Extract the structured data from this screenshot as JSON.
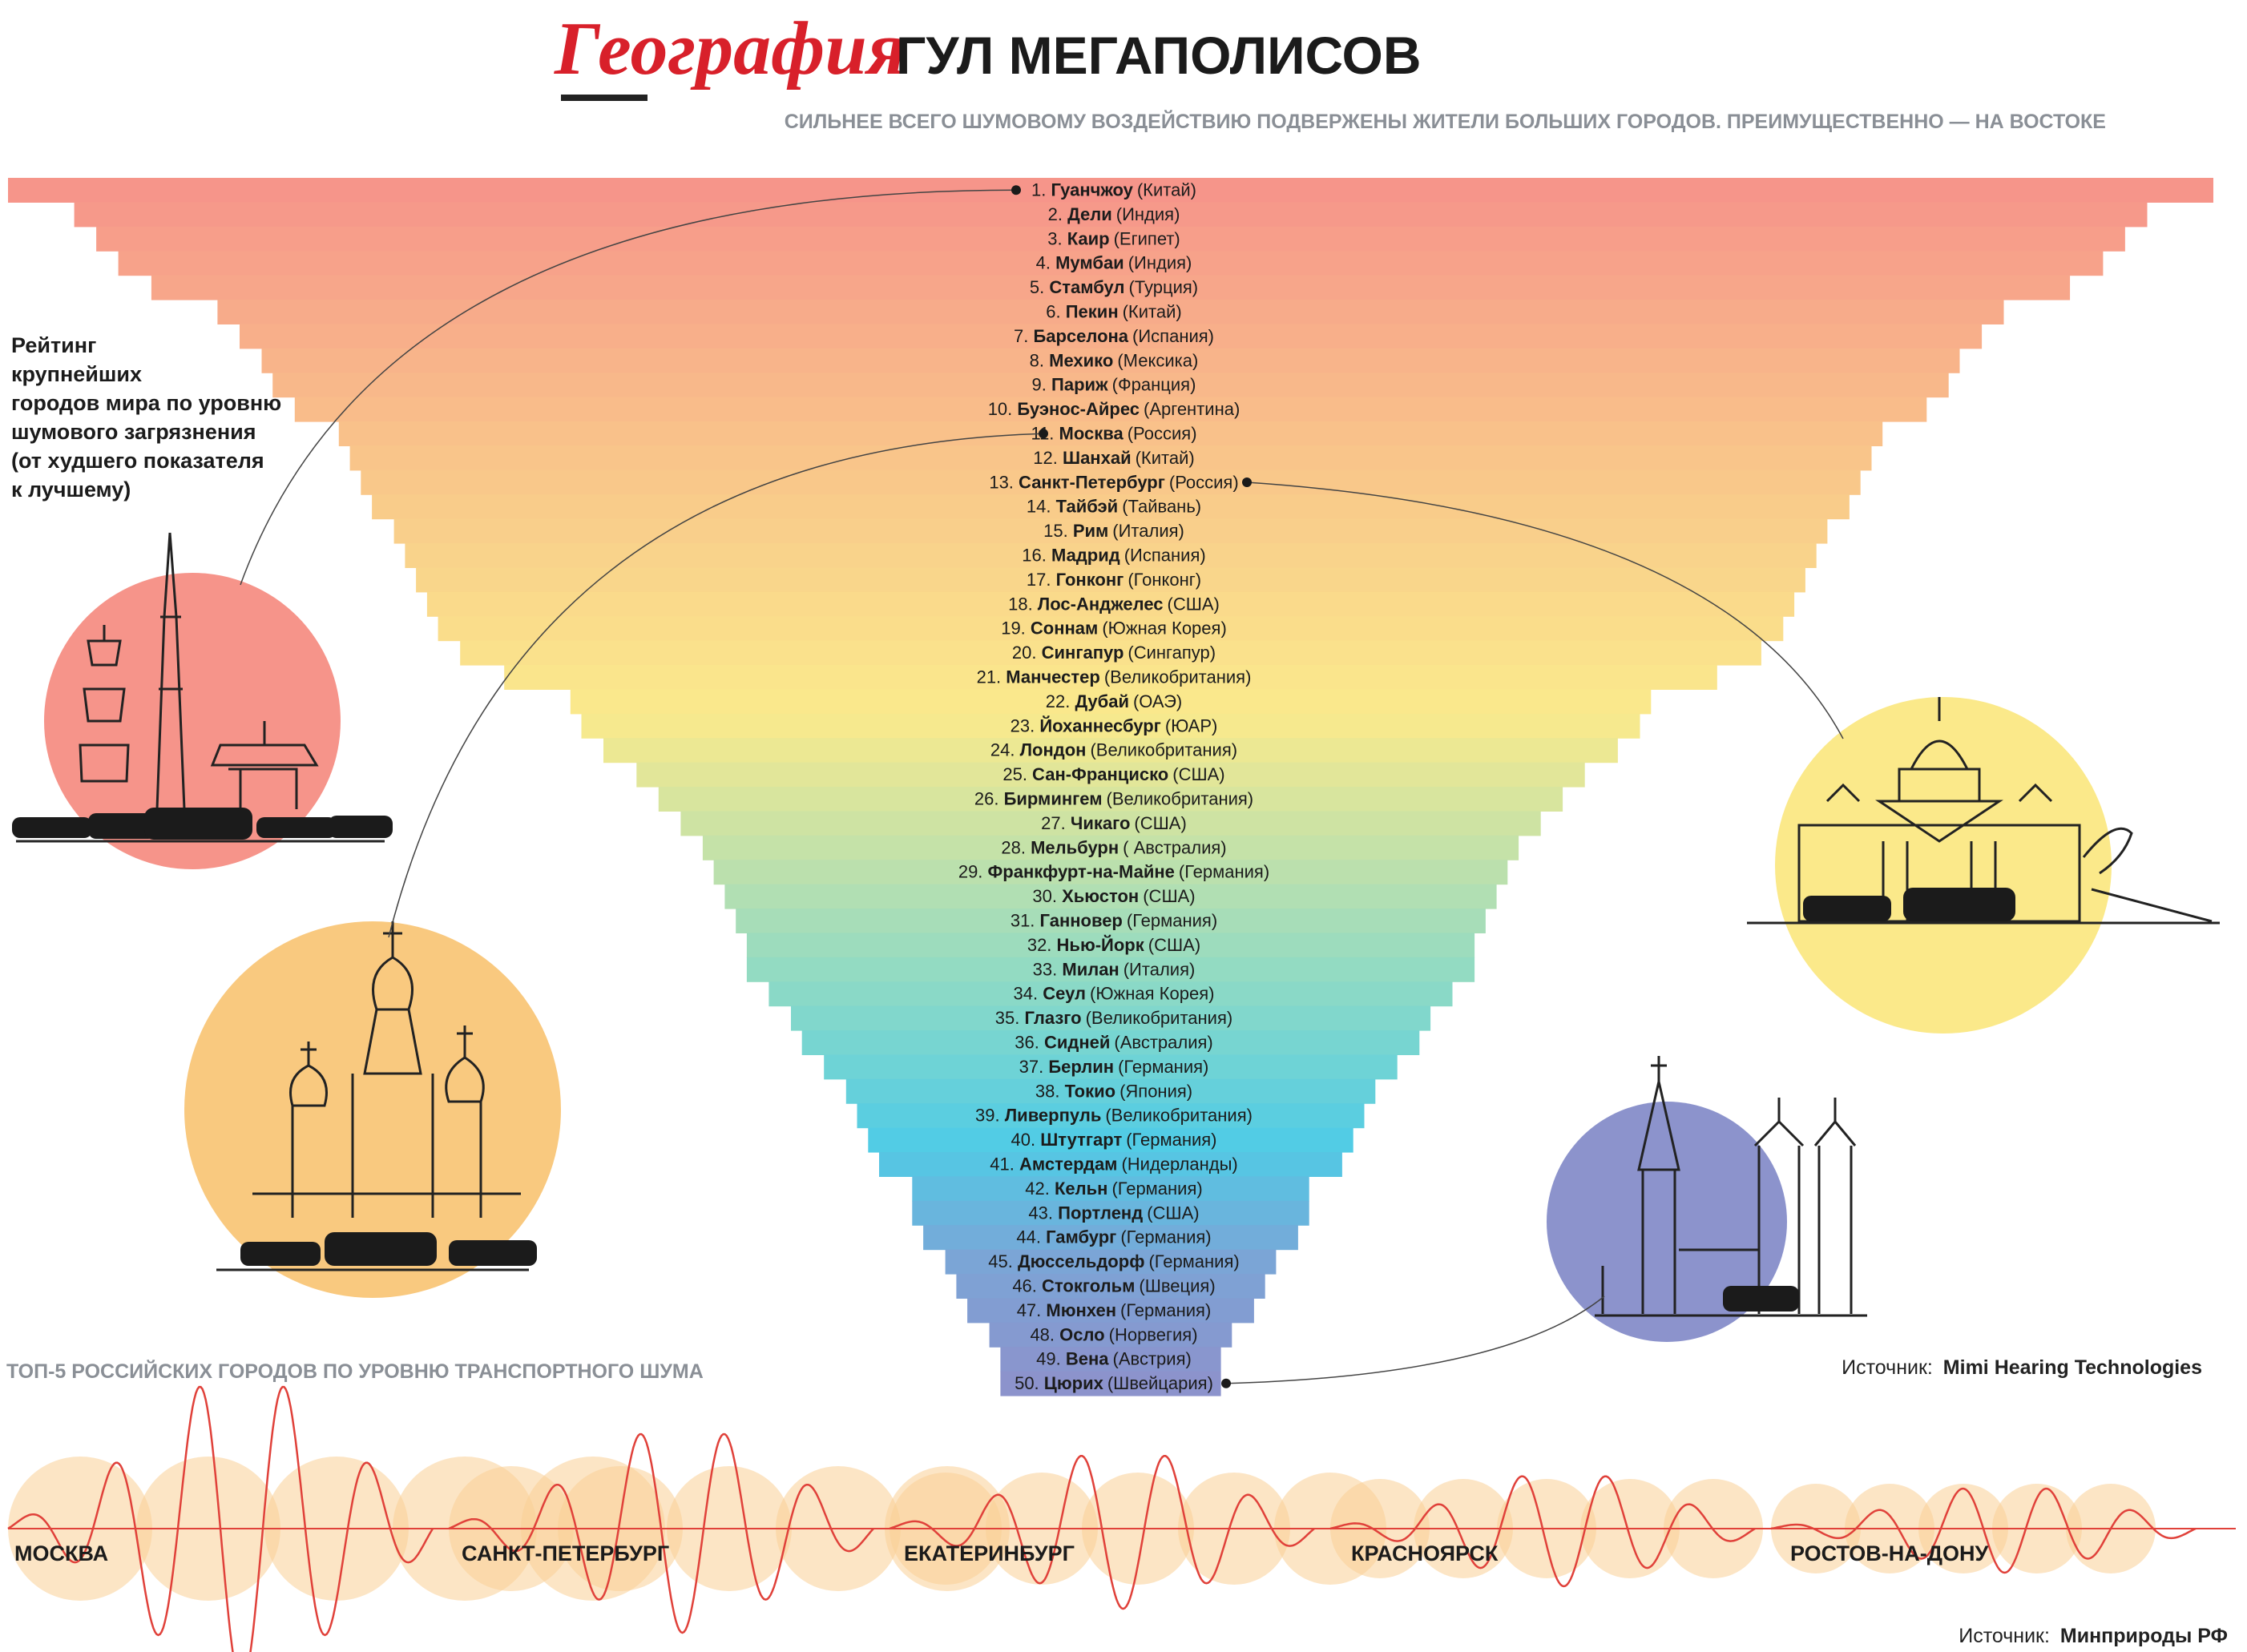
{
  "header": {
    "rubric": "География",
    "title": "ГУЛ МЕГАПОЛИСОВ",
    "subtitle": "СИЛЬНЕЕ ВСЕГО ШУМОВОМУ ВОЗДЕЙСТВИЮ ПОДВЕРЖЕНЫ ЖИТЕЛИ БОЛЬШИХ ГОРОДОВ. ПРЕИМУЩЕСТВЕННО — НА ВОСТОКЕ"
  },
  "side_note": [
    "Рейтинг",
    "крупнейших",
    "городов мира по уровню",
    "шумового загрязнения",
    "(от худшего показателя",
    "к лучшему)"
  ],
  "source_1": {
    "label": "Источник:",
    "name": "Mimi Hearing Technologies"
  },
  "section2_title": "ТОП-5 РОССИЙСКИХ ГОРОДОВ ПО УРОВНЮ ТРАНСПОРТНОГО ШУМА",
  "source_2": {
    "label": "Источник:",
    "name": "Минприроды РФ"
  },
  "colors": {
    "accent_red": "#d8202a",
    "subtitle_gray": "#8a8f96",
    "circle_red": "#f6948a",
    "circle_orange": "#f9c97f",
    "circle_yellow": "#fbe98a",
    "circle_blue": "#8c93cc",
    "wave_circle": "#fad096",
    "wave_line": "#e0413a"
  },
  "illustrations": [
    "guangzhou-skyline-icon",
    "moscow-cathedral-icon",
    "saint-petersburg-cathedral-icon",
    "zurich-churches-icon"
  ],
  "chart_data": [
    {
      "type": "bar",
      "orientation": "horizontal",
      "ranks": [
        1,
        2,
        3,
        4,
        5,
        6,
        7,
        8,
        9,
        10,
        11,
        12,
        13,
        14,
        15,
        16,
        17,
        18,
        19,
        20,
        21,
        22,
        23,
        24,
        25,
        26,
        27,
        28,
        29,
        30,
        31,
        32,
        33,
        34,
        35,
        36,
        37,
        38,
        39,
        40,
        41,
        42,
        43,
        44,
        45,
        46,
        47,
        48,
        49,
        50
      ],
      "categories": [
        "Гуанчжоу",
        "Дели",
        "Каир",
        "Мумбаи",
        "Стамбул",
        "Пекин",
        "Барселона",
        "Мехико",
        "Париж",
        "Буэнос-Айрес",
        "Москва",
        "Шанхай",
        "Санкт-Петербург",
        "Тайбэй",
        "Рим",
        "Мадрид",
        "Гонконг",
        "Лос-Анджелес",
        "Соннам",
        "Сингапур",
        "Манчестер",
        "Дубай",
        "Йоханнесбург",
        "Лондон",
        "Сан-Франциско",
        "Бирмингем",
        "Чикаго",
        "Мельбурн",
        "Франкфурт-на-Майне",
        "Хьюстон",
        "Ганновер",
        "Нью-Йорк",
        "Милан",
        "Сеул",
        "Глазго",
        "Сидней",
        "Берлин",
        "Токио",
        "Ливерпуль",
        "Штутгарт",
        "Амстердам",
        "Кельн",
        "Портленд",
        "Гамбург",
        "Дюссельдорф",
        "Стокгольм",
        "Мюнхен",
        "Осло",
        "Вена",
        "Цюрих"
      ],
      "countries": [
        "(Китай)",
        "(Индия)",
        "(Египет)",
        "(Индия)",
        "(Турция)",
        "(Китай)",
        "(Испания)",
        "(Мексика)",
        "(Франция)",
        "(Аргентина)",
        "(Россия)",
        "(Китай)",
        "(Россия)",
        "(Тайвань)",
        "(Италия)",
        "(Испания)",
        "(Гонконг)",
        "(США)",
        "(Южная Корея)",
        "(Сингапур)",
        "(Великобритания)",
        "(ОАЭ)",
        "(ЮАР)",
        "(Великобритания)",
        "(США)",
        "(Великобритания)",
        "(США)",
        "( Австралия)",
        "(Германия)",
        "(США)",
        "(Германия)",
        "(США)",
        "(Италия)",
        "(Южная Корея)",
        "(Великобритания)",
        "(Австралия)",
        "(Германия)",
        "(Япония)",
        "(Великобритания)",
        "(Германия)",
        "(Нидерланды)",
        "(Германия)",
        "(США)",
        "(Германия)",
        "(Германия)",
        "(Швеция)",
        "(Германия)",
        "(Норвегия)",
        "(Австрия)",
        "(Швейцария)"
      ],
      "values": [
        100,
        94,
        92,
        90,
        87,
        81,
        79,
        77,
        76,
        74,
        70,
        69,
        68,
        67,
        65,
        64,
        63,
        62,
        61,
        59,
        55,
        49,
        48,
        46,
        43,
        41,
        39,
        37,
        36,
        35,
        34,
        33,
        33,
        31,
        29,
        28,
        26,
        24,
        23,
        22,
        21,
        18,
        18,
        17,
        15,
        14,
        13,
        11,
        10,
        10
      ]
    },
    {
      "type": "line",
      "categories": [
        "МОСКВА",
        "САНКТ-ПЕТЕРБУРГ",
        "ЕКАТЕРИНБУРГ",
        "КРАСНОЯРСК",
        "РОСТОВ-НА-ДОНУ"
      ]
    }
  ]
}
